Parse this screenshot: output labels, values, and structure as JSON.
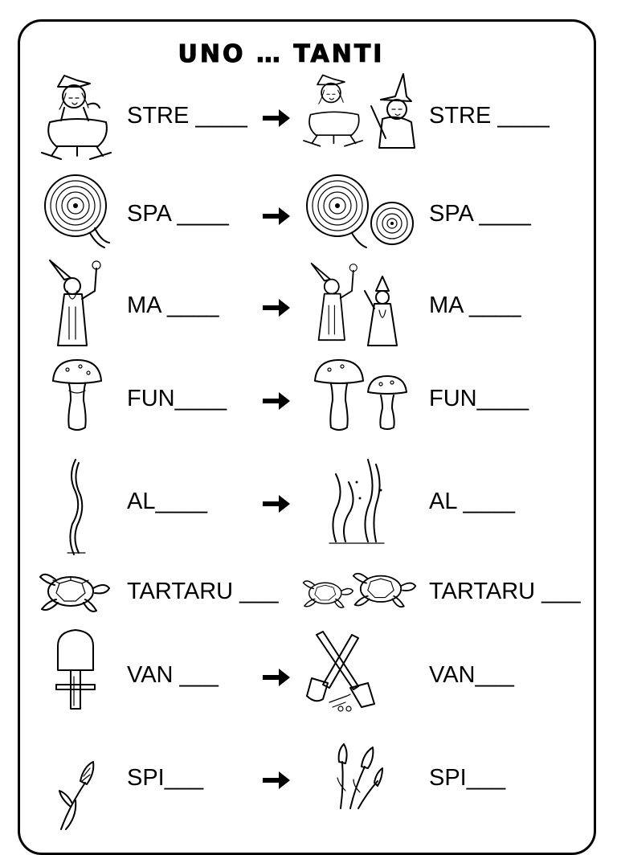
{
  "title": "UNO … TANTI",
  "rows": [
    {
      "left": "STRE ____",
      "right": "STRE ____",
      "left_icon": "witch-cauldron-icon",
      "right_icon": "two-witches-icon"
    },
    {
      "left": "SPA ____",
      "right": "SPA ____",
      "left_icon": "rope-coil-icon",
      "right_icon": "two-rope-coils-icon"
    },
    {
      "left": "MA ____",
      "right": "MA ____",
      "left_icon": "wizard-icon",
      "right_icon": "two-wizards-icon"
    },
    {
      "left": "FUN____",
      "right": "FUN____",
      "left_icon": "mushroom-icon",
      "right_icon": "two-mushrooms-icon"
    },
    {
      "left": "AL____",
      "right": "AL ____",
      "left_icon": "seaweed-icon",
      "right_icon": "seaweeds-icon"
    },
    {
      "left": "TARTARU ___",
      "right": "TARTARU ___",
      "left_icon": "turtle-icon",
      "right_icon": "two-turtles-icon"
    },
    {
      "left": "VAN ___",
      "right": "VAN___",
      "left_icon": "spade-icon",
      "right_icon": "garden-tools-icon"
    },
    {
      "left": "SPI___",
      "right": "SPI___",
      "left_icon": "wheat-ear-icon",
      "right_icon": "wheat-ears-icon"
    }
  ],
  "arrow_symbol": "➔"
}
